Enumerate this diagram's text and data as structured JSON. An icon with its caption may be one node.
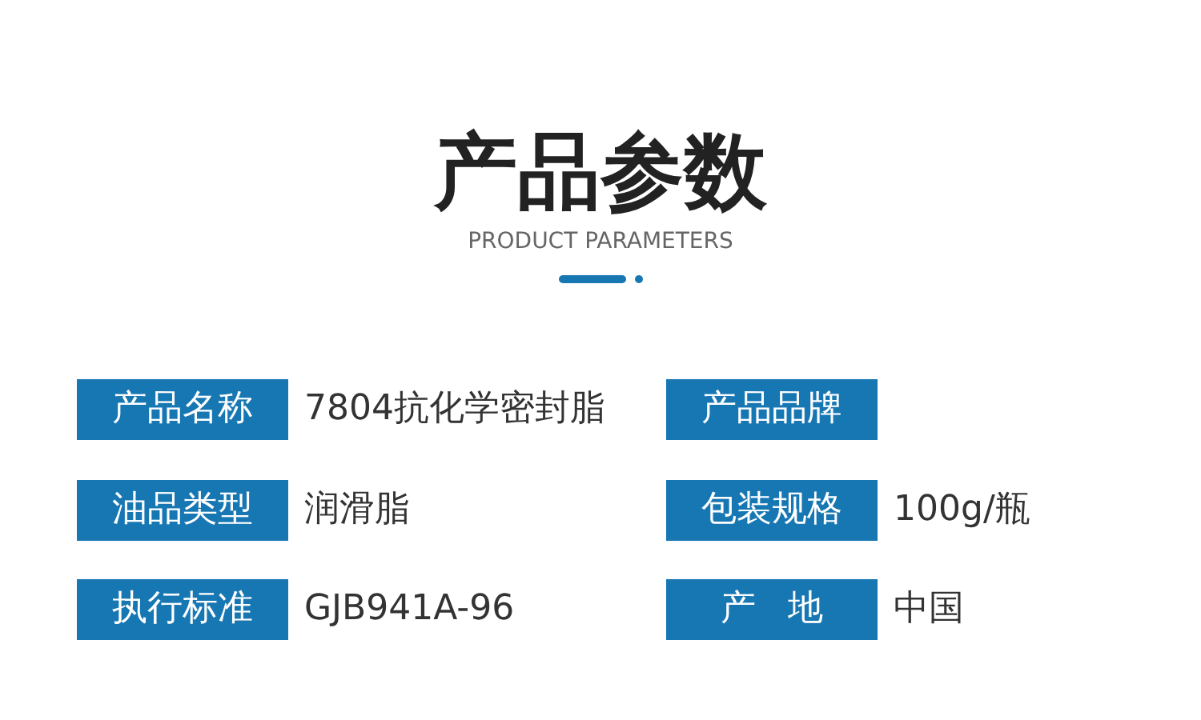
{
  "diagram": {
    "title": "产品参数",
    "labels": [
      "PRODUCT PARAMETERS",
      "产品名称",
      "7804抗化学密封脂",
      "产品品牌",
      "油品类型",
      "润滑脂",
      "包装规格",
      "100g/瓶",
      "执行标准",
      "GJB941A-96",
      "产地",
      "中国"
    ]
  }
}
